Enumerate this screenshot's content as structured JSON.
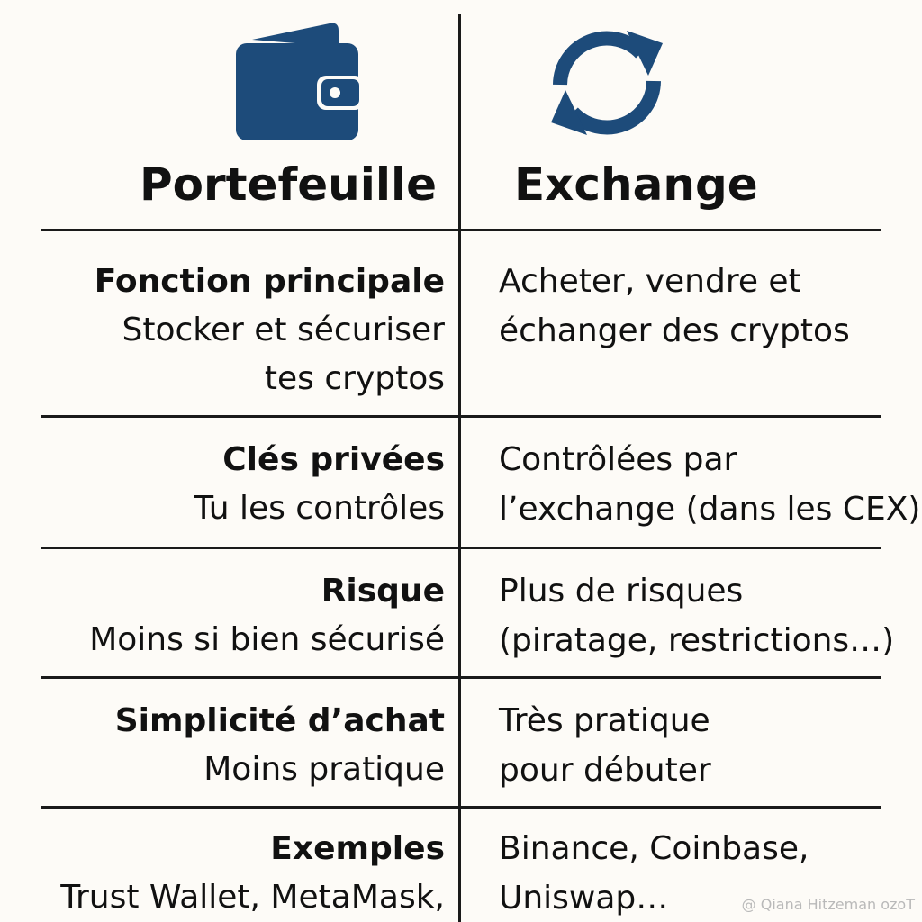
{
  "header": {
    "left_icon": "wallet-icon",
    "right_icon": "exchange-arrows-icon",
    "left_title": "Portefeuille",
    "right_title": "Exchange"
  },
  "rows": [
    {
      "label": "Fonction principale",
      "left_lines": [
        "Stocker et sécuriser",
        "tes cryptos"
      ],
      "right_lines": [
        "Acheter, vendre et",
        "échanger des cryptos"
      ]
    },
    {
      "label": "Clés privées",
      "left_lines": [
        "Tu les contrôles"
      ],
      "right_lines": [
        "Contrôlées par",
        "l’exchange (dans les CEX)"
      ]
    },
    {
      "label": "Risque",
      "left_lines": [
        "Moins si bien sécurisé"
      ],
      "right_lines": [
        "Plus de risques",
        "(piratage, restrictions…)"
      ]
    },
    {
      "label": "Simplicité d’achat",
      "left_lines": [
        "Moins pratique"
      ],
      "right_lines": [
        "Très pratique",
        "pour débuter"
      ]
    },
    {
      "label": "Exemples",
      "left_lines": [
        "Trust Wallet, MetaMask,"
      ],
      "right_lines": [
        "Binance, Coinbase,",
        "Uniswap…"
      ]
    }
  ],
  "watermark": "@ Qiana Hitzeman ozoT",
  "colors": {
    "icon": "#1d4b7a",
    "text": "#111111",
    "background": "#fdfbf7",
    "lines": "#1a1a1a"
  }
}
